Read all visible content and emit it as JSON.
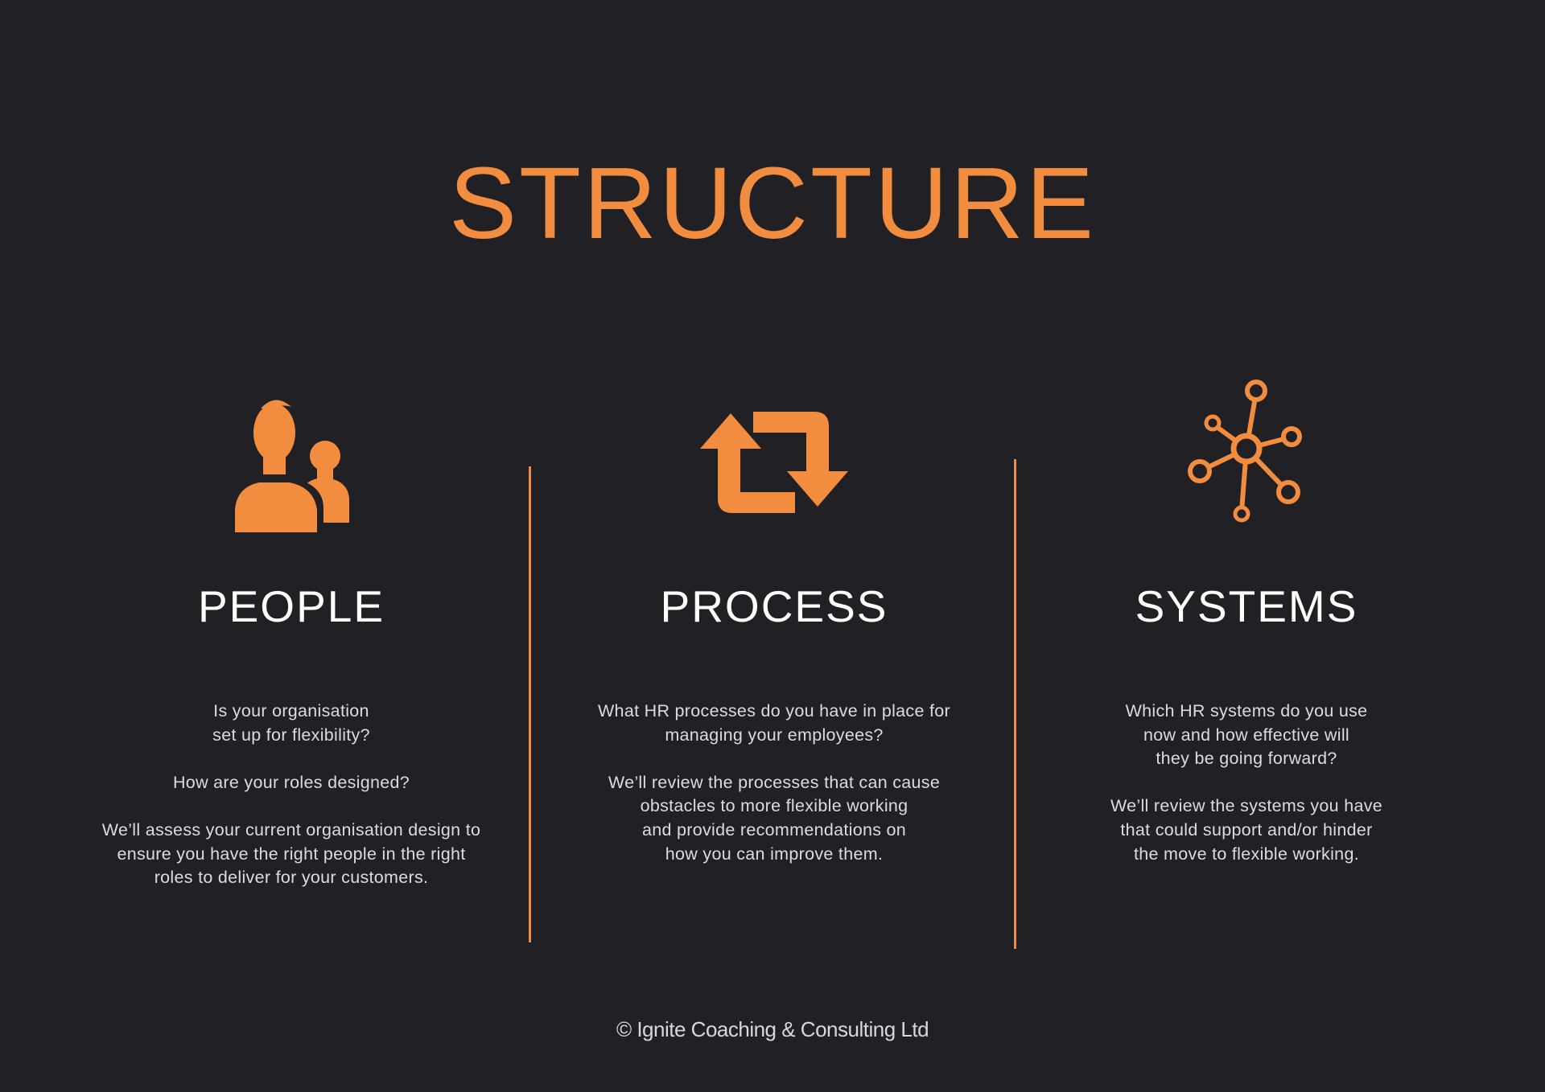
{
  "page": {
    "title": "STRUCTURE",
    "accent_color": "#f28c3e",
    "background_color": "#212125"
  },
  "columns": [
    {
      "heading": "PEOPLE",
      "icon": "people-icon",
      "paragraphs": [
        [
          "Is your organisation",
          "set up for flexibility?"
        ],
        [
          "How are your roles designed?"
        ],
        [
          "We’ll assess your current organisation design to",
          "ensure you have the right people in the right",
          "roles to deliver for your customers."
        ]
      ]
    },
    {
      "heading": "PROCESS",
      "icon": "cycle-arrows-icon",
      "paragraphs": [
        [
          "What HR processes do you have in place for",
          "managing your employees?"
        ],
        [
          "We’ll review the processes that can cause",
          "obstacles to more flexible working",
          "and provide recommendations on",
          "how you can improve them."
        ]
      ]
    },
    {
      "heading": "SYSTEMS",
      "icon": "network-hub-icon",
      "paragraphs": [
        [
          "Which HR systems do you use",
          "now and how effective will",
          "they be going forward?"
        ],
        [
          "We’ll review the systems you have",
          "that could support and/or hinder",
          "the move to flexible working."
        ]
      ]
    }
  ],
  "footer": {
    "text": "© Ignite Coaching & Consulting Ltd"
  }
}
